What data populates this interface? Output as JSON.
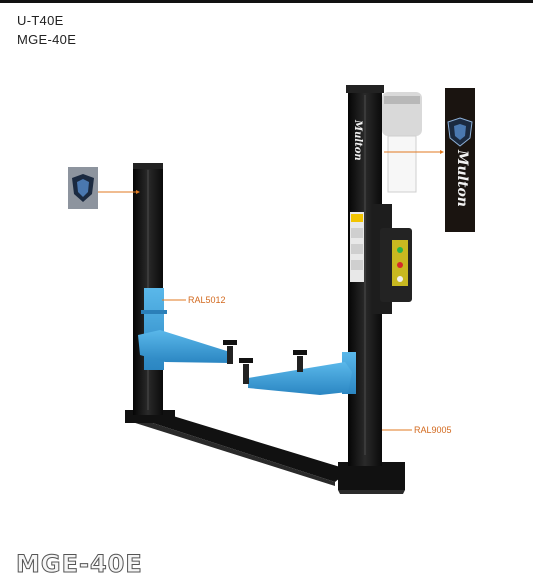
{
  "header": {
    "model_primary": "U-T40E",
    "model_secondary": "MGE-40E"
  },
  "brand": {
    "name": "Multon"
  },
  "callouts": {
    "arm_color": "RAL5012",
    "column_color": "RAL9005"
  },
  "footer": {
    "model": "MGE-40E"
  },
  "colors": {
    "column": "#141414",
    "arm": "#3aa0dc",
    "callout_line": "#e07a20",
    "logo_bg": "#8d949e"
  },
  "icons": {
    "brand_logo": "shield-logo-icon"
  }
}
